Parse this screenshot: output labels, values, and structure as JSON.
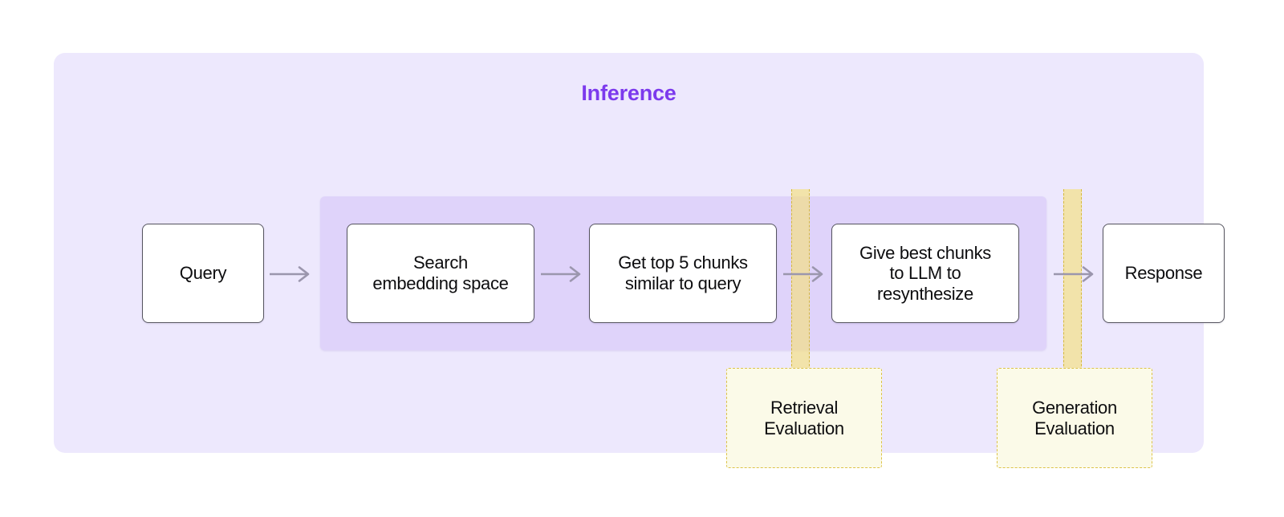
{
  "diagram": {
    "title": "Inference",
    "title_color": "#7c3aed",
    "panel_color": "#ede8fd",
    "inner_panel_color": "#dfd3fa",
    "box_border_color": "#55545f",
    "arrow_color": "#9b96ad",
    "eval_accent_color": "#ddc34a",
    "eval_fill_color": "#fbfae8",
    "nodes": [
      {
        "id": "query",
        "label": "Query"
      },
      {
        "id": "search",
        "label": "Search\nembedding space"
      },
      {
        "id": "chunks",
        "label": "Get top 5 chunks\nsimilar to query"
      },
      {
        "id": "llm",
        "label": "Give best chunks\nto LLM to\nresynthesize"
      },
      {
        "id": "response",
        "label": "Response"
      }
    ],
    "arrows": [
      {
        "id": "arrow-1",
        "from": "query",
        "to": "search"
      },
      {
        "id": "arrow-2",
        "from": "search",
        "to": "chunks"
      },
      {
        "id": "arrow-3",
        "from": "chunks",
        "to": "llm"
      },
      {
        "id": "arrow-4",
        "from": "llm",
        "to": "response"
      }
    ],
    "evaluations": [
      {
        "id": "retrieval",
        "label": "Retrieval\nEvaluation",
        "attached_to": "arrow-3"
      },
      {
        "id": "generation",
        "label": "Generation\nEvaluation",
        "attached_to": "arrow-4"
      }
    ]
  }
}
